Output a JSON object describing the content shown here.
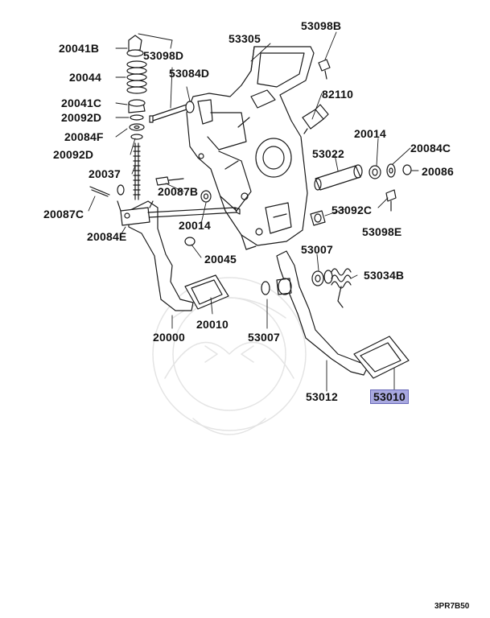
{
  "diagram": {
    "highlight_color": "#a8a8e0",
    "labels": {
      "p20041B": "20041B",
      "p53098D": "53098D",
      "p53305": "53305",
      "p53098B": "53098B",
      "p20044": "20044",
      "p53084D": "53084D",
      "p82110": "82110",
      "p20041C": "20041C",
      "p20092D_a": "20092D",
      "p20084F": "20084F",
      "p20014_right": "20014",
      "p20084C": "20084C",
      "p20092D_b": "20092D",
      "p53022": "53022",
      "p20037": "20037",
      "p20086": "20086",
      "p20087B": "20087B",
      "p20087C": "20087C",
      "p53092C": "53092C",
      "p20014_left": "20014",
      "p20084E": "20084E",
      "p53098E": "53098E",
      "p53007_top": "53007",
      "p20045": "20045",
      "p53034B": "53034B",
      "p20000": "20000",
      "p20010": "20010",
      "p53007_bottom": "53007",
      "p53012": "53012",
      "p53010": "53010"
    },
    "figure_code": "3PR7B50"
  }
}
